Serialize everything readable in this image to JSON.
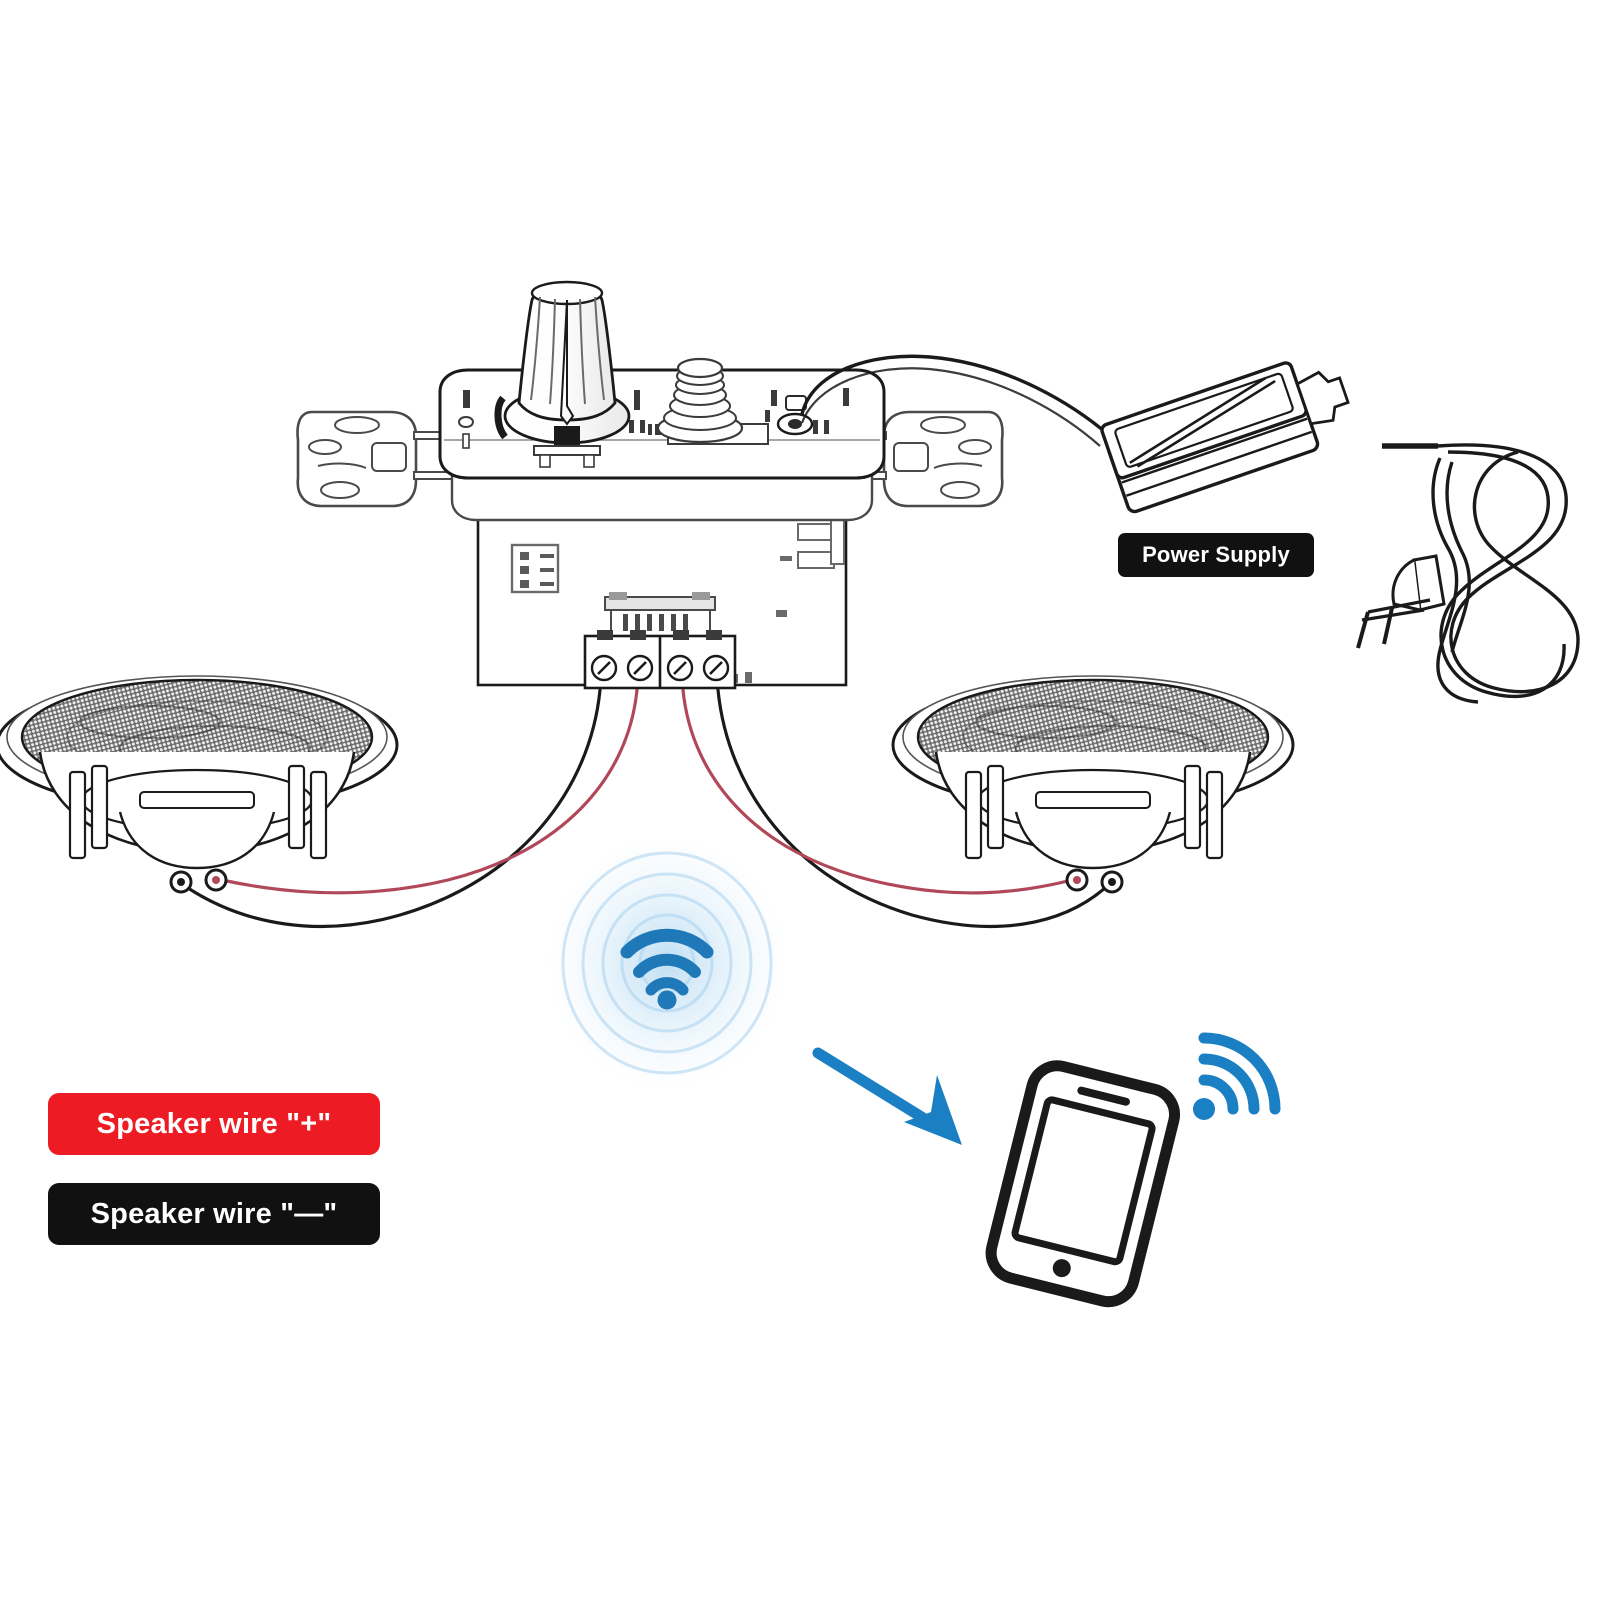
{
  "diagram": {
    "title": "In-wall amplifier speaker wiring diagram",
    "background_color": "#ffffff"
  },
  "labels": {
    "power_supply": "Power Supply",
    "speaker_wire_positive": "Speaker wire \"+\"",
    "speaker_wire_negative": "Speaker wire \"—\""
  },
  "colors": {
    "wire_positive": "#b0485a",
    "wire_negative": "#1a1a1a",
    "wifi_blue": "#1b7fc4",
    "wifi_glow": "#bcdcf3",
    "chip_red": "#ed1c24",
    "chip_black": "#111111",
    "line_art": "#1a1a1a",
    "grille_fill": "#555555"
  },
  "components": {
    "amplifier_panel": {
      "name": "in-wall amplifier wall plate",
      "knob": "volume-knob",
      "antenna": "coiled-antenna-base",
      "bracket_left": "mounting-bracket-left",
      "bracket_right": "mounting-bracket-right",
      "pcb": "amplifier-circuit-board",
      "terminal_blocks": 2,
      "terminal_screws": 4,
      "header_connector_pins": 6,
      "side_connector_pins": 3
    },
    "power_supply": {
      "name": "external DC power adapter brick",
      "dc_cord": "dc-barrel-cable-to-panel",
      "ac_cord": "coiled-ac-power-cord",
      "plug": "two-prong-ac-plug"
    },
    "speaker_left": {
      "name": "in-ceiling speaker left",
      "grille": "perforated-mesh-grille",
      "terminals": 2,
      "mount_clamps": 3
    },
    "speaker_right": {
      "name": "in-ceiling speaker right",
      "grille": "perforated-mesh-grille",
      "terminals": 2,
      "mount_clamps": 3
    },
    "wifi_broadcast": {
      "name": "wireless signal emitted by amplifier",
      "arcs": 3,
      "glow_rings": 5
    },
    "phone": {
      "name": "smartphone receiving wireless audio stream",
      "wifi_arcs": 3
    },
    "arrow": {
      "name": "connection arrow from amplifier to phone",
      "direction": "down-right"
    }
  },
  "connections": [
    {
      "from": "amplifier-terminal-block",
      "to": "speaker-left-positive",
      "wire": "positive"
    },
    {
      "from": "amplifier-terminal-block",
      "to": "speaker-left-negative",
      "wire": "negative"
    },
    {
      "from": "amplifier-terminal-block",
      "to": "speaker-right-positive",
      "wire": "positive"
    },
    {
      "from": "amplifier-terminal-block",
      "to": "speaker-right-negative",
      "wire": "negative"
    },
    {
      "from": "amplifier-dc-jack",
      "to": "power-supply-dc-cord",
      "wire": "dc-power"
    },
    {
      "from": "amplifier-wifi",
      "to": "phone-wifi",
      "wire": "wireless"
    }
  ]
}
